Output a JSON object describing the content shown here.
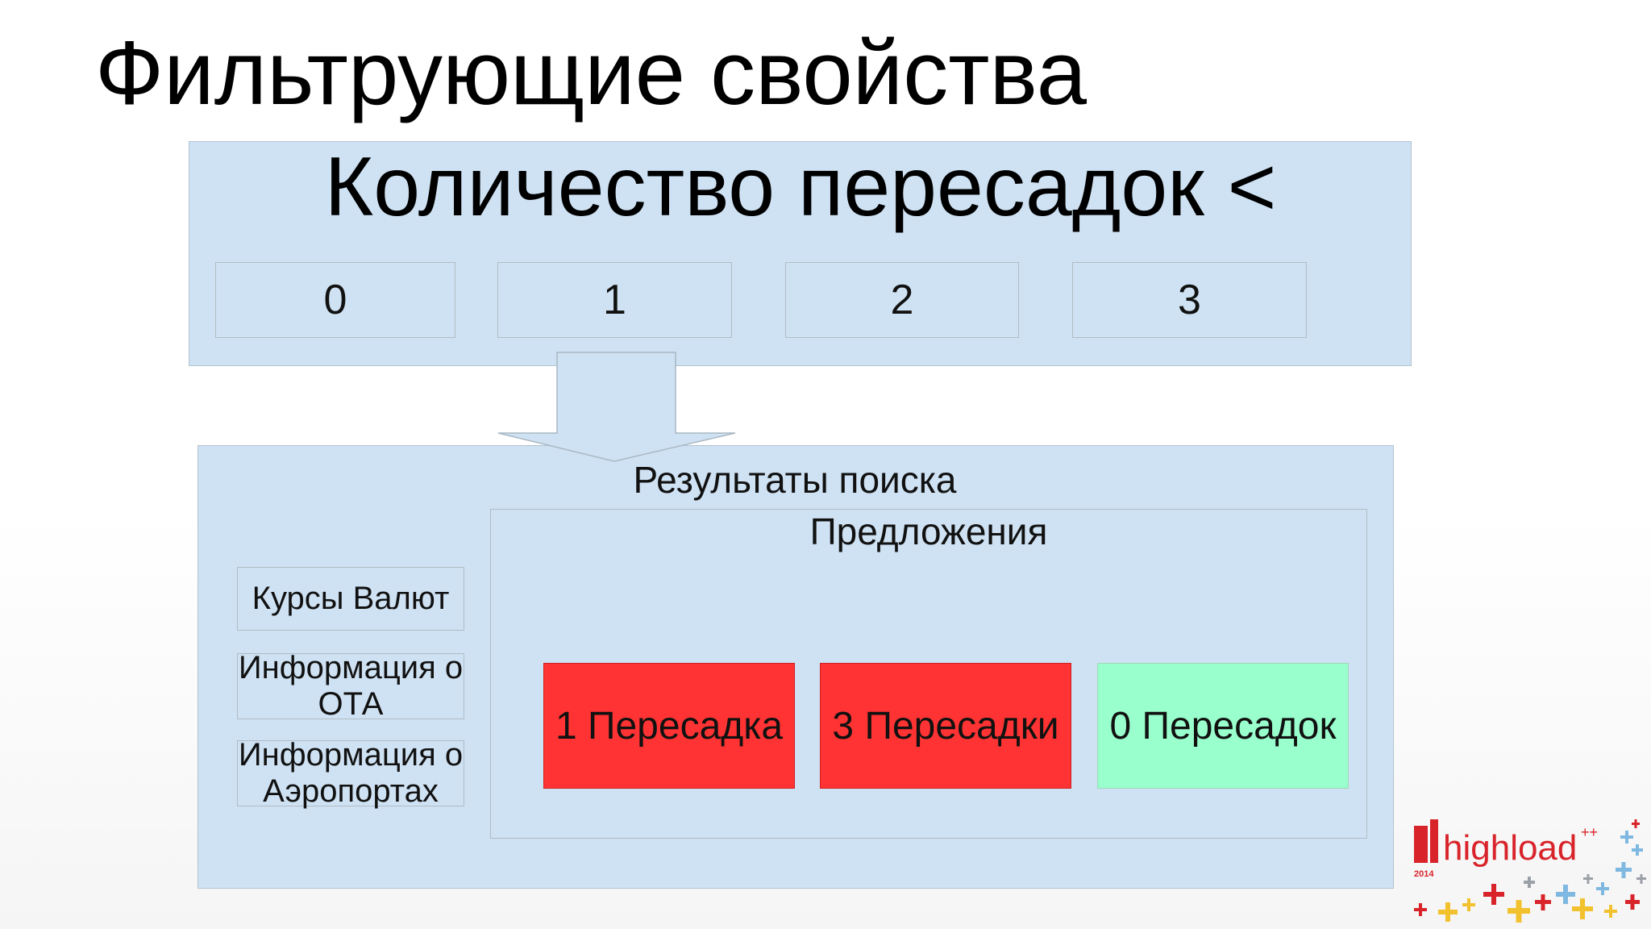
{
  "slide": {
    "title": "Фильтрующие свойства"
  },
  "filter": {
    "title": "Количество пересадок <",
    "options": [
      "0",
      "1",
      "2",
      "3"
    ]
  },
  "results": {
    "title": "Результаты поиска",
    "side_items": [
      "Курсы Валют",
      "Информация о ОТА",
      "Информация о Аэропортах"
    ],
    "offers_title": "Предложения",
    "offers": [
      {
        "label": "1 Пересадка",
        "color": "#ff3333"
      },
      {
        "label": "3 Пересадки",
        "color": "#ff3333"
      },
      {
        "label": "0 Пересадок",
        "color": "#99ffcc"
      }
    ]
  },
  "colors": {
    "panel": "#cfe2f3",
    "excluded": "#ff3333",
    "matched": "#99ffcc"
  },
  "logo": {
    "text": "highload",
    "superscript": "++",
    "year": "2014",
    "brand_color": "#d8232a"
  }
}
